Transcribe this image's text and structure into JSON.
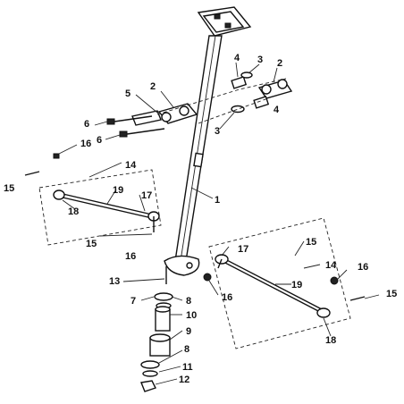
{
  "callouts": {
    "c1": "1",
    "c2a": "2",
    "c2b": "2",
    "c3a": "3",
    "c3b": "3",
    "c4a": "4",
    "c4b": "4",
    "c5": "5",
    "c6a": "6",
    "c6b": "6",
    "c7": "7",
    "c8a": "8",
    "c8b": "8",
    "c9": "9",
    "c10": "10",
    "c11": "11",
    "c12": "12",
    "c13": "13",
    "c14a": "14",
    "c14b": "14",
    "c15a": "15",
    "c15b": "15",
    "c15c": "15",
    "c15d": "15",
    "c16a": "16",
    "c16b": "16",
    "c16c": "16",
    "c16d": "16",
    "c17a": "17",
    "c17b": "17",
    "c18a": "18",
    "c18b": "18",
    "c19a": "19",
    "c19b": "19"
  }
}
